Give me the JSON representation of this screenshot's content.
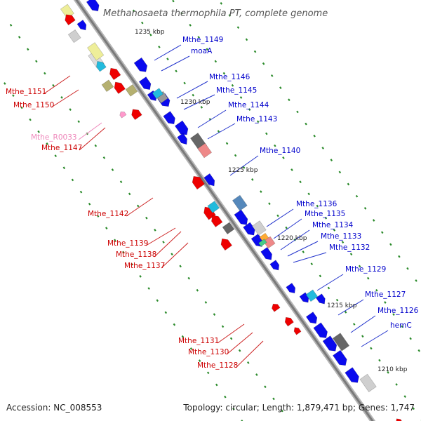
{
  "title": "Methanosaeta thermophila PT, complete genome",
  "footer": {
    "accession": "Accession: NC_008553",
    "topology": "Topology: circular; Length: 1,879,471 bp; Genes: 1,747"
  },
  "scale_labels": [
    "1235 kbp",
    "1230 kbp",
    "1225 kbp",
    "1220 kbp",
    "1215 kbp",
    "1210 kbp"
  ],
  "colors": {
    "forward_label": "#0000cc",
    "reverse_label": "#cc0000",
    "rna_label": "#ee88bb",
    "backbone": "#888888",
    "ticks": "#2a8a2a"
  },
  "forward_labels": [
    "Mthe_1149",
    "moaA",
    "Mthe_1146",
    "Mthe_1145",
    "Mthe_1144",
    "Mthe_1143",
    "Mthe_1140",
    "Mthe_1136",
    "Mthe_1135",
    "Mthe_1134",
    "Mthe_1133",
    "Mthe_1132",
    "Mthe_1129",
    "Mthe_1127",
    "Mthe_1126",
    "hemC"
  ],
  "reverse_labels": [
    "Mthe_1151",
    "Mthe_1150",
    "Mthe_R0033",
    "Mthe_1147",
    "Mthe_1142",
    "Mthe_1139",
    "Mthe_1138",
    "Mthe_1137",
    "Mthe_1131",
    "Mthe_1130",
    "Mthe_1128"
  ]
}
